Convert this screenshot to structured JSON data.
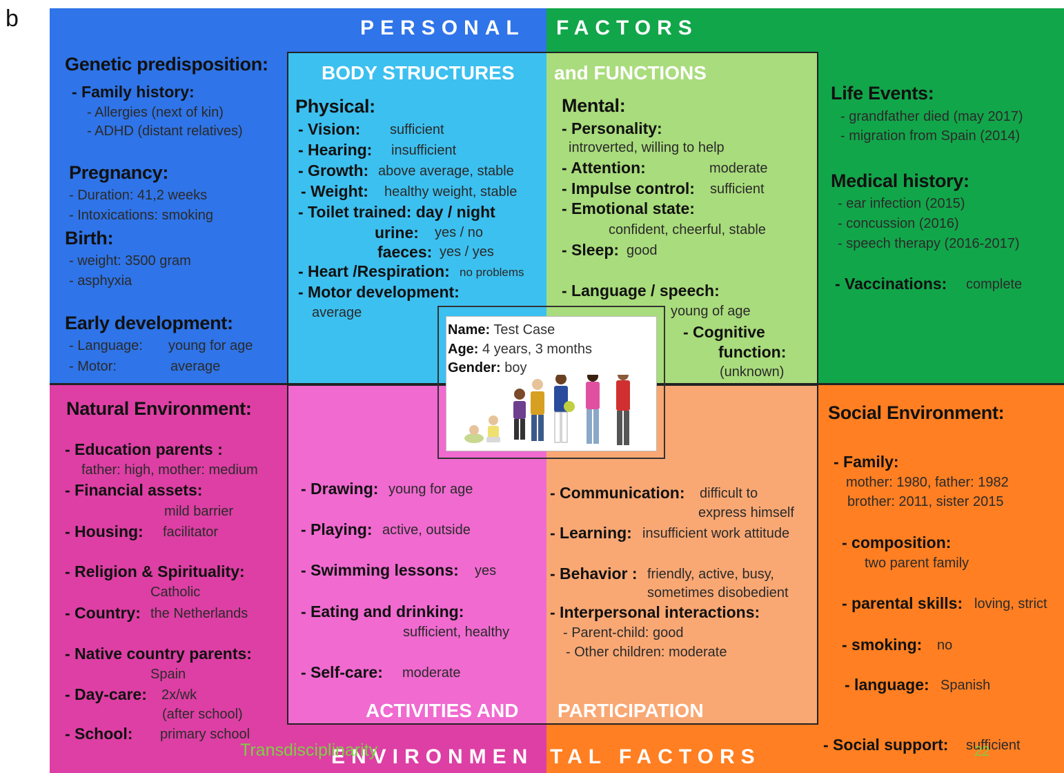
{
  "figure_label": "b",
  "banners": {
    "personal": "PERSONAL",
    "factors": "FACTORS",
    "body_structures": "BODY STRUCTURES",
    "and_functions": "and FUNCTIONS",
    "activities_and": "ACTIVITIES AND",
    "participation": "PARTICIPATION",
    "environ": "ENVIRONMEN",
    "tal_factors": "TAL FACTORS"
  },
  "colors": {
    "personal_left": "#2f74e8",
    "personal_right": "#12a64a",
    "body_left": "#3cc0f0",
    "body_right": "#a9dc7c",
    "env_left": "#dd3fa4",
    "env_right": "#ff7f22",
    "act_left": "#f06ad0",
    "act_right": "#f9a874",
    "footer_text": "#7bd142"
  },
  "personal_left": {
    "genetic_title": "Genetic predisposition:",
    "family_history": "- Family history:",
    "allergies": "- Allergies (next of kin)",
    "adhd": "- ADHD (distant relatives)",
    "pregnancy_title": "Pregnancy:",
    "duration": "- Duration: 41,2 weeks",
    "intoxications": "- Intoxications: smoking",
    "birth_title": "Birth:",
    "weight": "- weight: 3500 gram",
    "asphyxia": "- asphyxia",
    "early_title": "Early development:",
    "language_label": "- Language:",
    "language_value": "young for age",
    "motor_label": "- Motor:",
    "motor_value": "average"
  },
  "physical": {
    "title": "Physical:",
    "vision_label": "- Vision:",
    "vision_value": "sufficient",
    "hearing_label": "- Hearing:",
    "hearing_value": "insufficient",
    "growth_label": "- Growth:",
    "growth_value": "above average, stable",
    "weight_label": "- Weight:",
    "weight_value": "healthy weight, stable",
    "toilet_label": "- Toilet trained: day / night",
    "urine_label": "urine:",
    "urine_value": "yes / no",
    "faeces_label": "faeces:",
    "faeces_value": "yes / yes",
    "heart_label": "- Heart /Respiration:",
    "heart_value": "no problems",
    "motor_label": "- Motor development:",
    "motor_value": "average"
  },
  "mental": {
    "title": "Mental:",
    "personality_label": "- Personality:",
    "personality_value": "introverted, willing to help",
    "attention_label": "- Attention:",
    "attention_value": "moderate",
    "impulse_label": "- Impulse control:",
    "impulse_value": "sufficient",
    "emotional_label": "- Emotional state:",
    "emotional_value": "confident, cheerful, stable",
    "sleep_label": "- Sleep:",
    "sleep_value": "good",
    "language_label": "- Language / speech:",
    "language_value": "young of age",
    "cognitive_label": "- Cognitive",
    "function_label": "function:",
    "cognitive_value": "(unknown)"
  },
  "personal_right": {
    "life_title": "Life Events:",
    "grandfather": "- grandfather died (may 2017)",
    "migration": "- migration from Spain (2014)",
    "medical_title": "Medical history:",
    "ear": "- ear infection (2015)",
    "concussion": "- concussion (2016)",
    "speech": "- speech therapy (2016-2017)",
    "vacc_label": "- Vaccinations:",
    "vacc_value": "complete"
  },
  "center": {
    "name_label": "Name:",
    "name_value": "Test Case",
    "age_label": "Age:",
    "age_value": "4 years, 3 months",
    "gender_label": "Gender:",
    "gender_value": "boy"
  },
  "natural_env": {
    "title": "Natural Environment:",
    "education_label": "- Education parents :",
    "education_value": "father: high, mother: medium",
    "financial_label": "- Financial assets:",
    "financial_value": "mild barrier",
    "housing_label": "- Housing:",
    "housing_value": "facilitator",
    "religion_label": "- Religion & Spirituality:",
    "religion_value": "Catholic",
    "country_label": "- Country:",
    "country_value": "the Netherlands",
    "native_label": "- Native country parents:",
    "native_value": "Spain",
    "daycare_label": "- Day-care:",
    "daycare_value": "2x/wk",
    "daycare_note": "(after school)",
    "school_label": "- School:",
    "school_value": "primary school"
  },
  "activities_left": {
    "drawing_label": "- Drawing:",
    "drawing_value": "young for age",
    "playing_label": "- Playing:",
    "playing_value": "active, outside",
    "swimming_label": "- Swimming lessons:",
    "swimming_value": "yes",
    "eating_label": "- Eating and drinking:",
    "eating_value": "sufficient, healthy",
    "selfcare_label": "- Self-care:",
    "selfcare_value": "moderate"
  },
  "activities_right": {
    "communication_label": "- Communication:",
    "communication_value": "difficult to",
    "communication_value2": "express himself",
    "learning_label": "- Learning:",
    "learning_value": "insufficient work attitude",
    "behavior_label": "- Behavior :",
    "behavior_value": "friendly, active, busy,",
    "behavior_value2": "sometimes disobedient",
    "interpersonal_label": "- Interpersonal interactions:",
    "parent_child": "- Parent-child: good",
    "other_children": "- Other children: moderate"
  },
  "social_env": {
    "title": "Social Environment:",
    "family_label": "- Family:",
    "family_value": "mother: 1980, father: 1982",
    "family_value2": "brother: 2011, sister 2015",
    "composition_label": "- composition:",
    "composition_value": "two parent family",
    "parental_label": "- parental skills:",
    "parental_value": "loving, strict",
    "smoking_label": "- smoking:",
    "smoking_value": "no",
    "language_label": "- language:",
    "language_value": "Spanish",
    "support_label": "- Social support:",
    "support_value": "sufficient"
  },
  "footer": {
    "watermark": "Transdisciplinarity",
    "page_number": "22"
  }
}
